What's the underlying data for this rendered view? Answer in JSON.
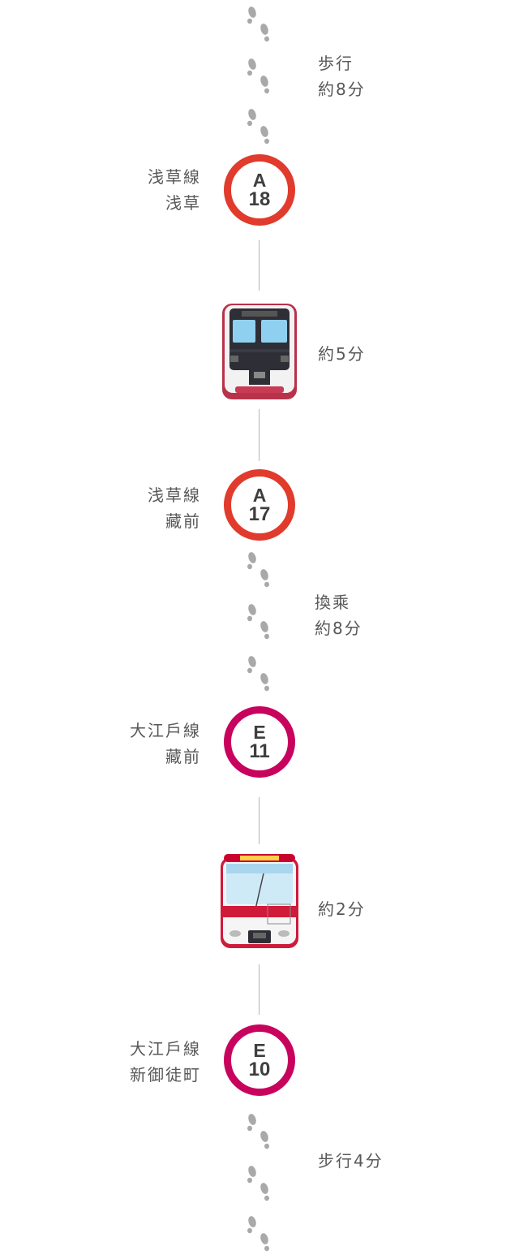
{
  "colors": {
    "asakusa_line": "#e03b2c",
    "oedo_line": "#c8035d",
    "connector": "#b5b5b5",
    "text": "#595757",
    "footprint": "#a9a9a9"
  },
  "icons": {
    "footprint": "footprint-icon",
    "asakusa_train": "asakusa-line-train-icon",
    "oedo_train": "oedo-line-train-icon"
  },
  "route": {
    "walk1": {
      "text": "歩行\n約8分"
    },
    "st1": {
      "name": "浅草線\n浅草",
      "line_code": "A",
      "number": "18"
    },
    "ride1": {
      "text": "約5分"
    },
    "st2": {
      "name": "浅草線\n藏前",
      "line_code": "A",
      "number": "17"
    },
    "transfer": {
      "text": "換乘\n約8分"
    },
    "st3": {
      "name": "大江戶線\n藏前",
      "line_code": "E",
      "number": "11"
    },
    "ride2": {
      "text": "約2分"
    },
    "st4": {
      "name": "大江戶線\n新御徒町",
      "line_code": "E",
      "number": "10"
    },
    "walk2": {
      "text": "步行4分"
    }
  }
}
